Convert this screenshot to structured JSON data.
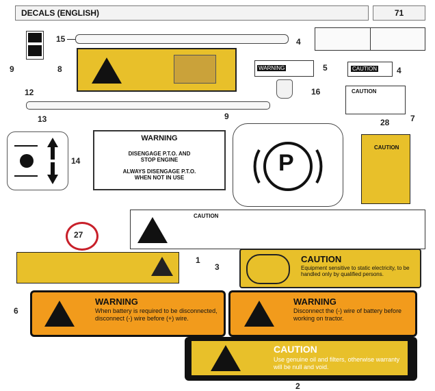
{
  "header": {
    "title": "DECALS (ENGLISH)",
    "page_number": "71"
  },
  "callouts": {
    "n1": "1",
    "n2": "2",
    "n3": "3",
    "n4a": "4",
    "n4b": "4",
    "n5": "5",
    "n6": "6",
    "n7": "7",
    "n8": "8",
    "n9a": "9",
    "n9b": "9",
    "n12": "12",
    "n13": "13",
    "n14": "14",
    "n15": "15",
    "n16": "16",
    "n27": "27",
    "n28": "28"
  },
  "decals": {
    "d14_warning": "WARNING",
    "d14_line1": "DISENGAGE P.T.O. AND",
    "d14_line2": "STOP ENGINE",
    "d14_line3": "ALWAYS DISENGAGE P.T.O.",
    "d14_line4": "WHEN NOT IN USE",
    "d28_caution": "CAUTION",
    "d1_caution": "CAUTION",
    "d3_caution": "CAUTION",
    "d3_text": "Equipment sensitive to static electricity, to be handled only by qualified persons.",
    "d6a_warning": "WARNING",
    "d6a_text": "When battery is required to be disconnected, disconnect (-) wire before (+) wire.",
    "d6b_warning": "WARNING",
    "d6b_text": "Disconnect the (-) wire of battery before working on tractor.",
    "d2_caution": "CAUTION",
    "d2_text": "Use genuine oil and filters, otherwise warranty will be null and void.",
    "d4_caution": "CAUTION",
    "d5_warning": "WARNING",
    "d7_caution": "CAUTION",
    "park_symbol": "P"
  },
  "colors": {
    "yellow": "#e8c02a",
    "orange": "#f29b1c",
    "red_circle": "#c8202a"
  }
}
